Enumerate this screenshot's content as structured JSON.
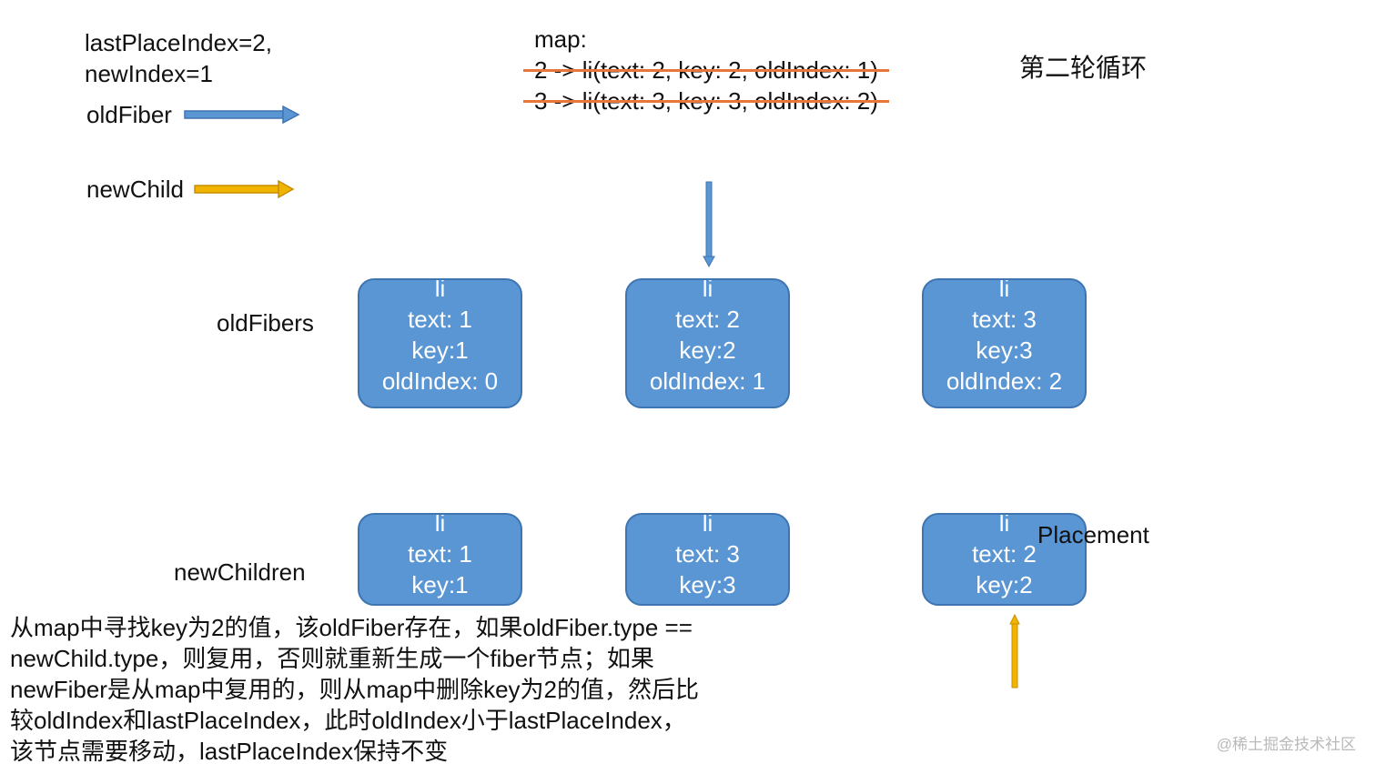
{
  "status": {
    "line1": "lastPlaceIndex=2,",
    "line2": "newIndex=1"
  },
  "legend": {
    "old_fiber": "oldFiber",
    "new_child": "newChild",
    "old_fiber_color": "#5a96d4",
    "new_child_color": "#f0b400"
  },
  "map": {
    "title": "map:",
    "entries": [
      "2 -> li(text: 2, key: 2, oldIndex: 1)",
      "3 -> li(text: 3, key: 3, oldIndex: 2)"
    ],
    "strike_color": "#e8753a"
  },
  "round_title": "第二轮循环",
  "old_fibers": {
    "label": "oldFibers",
    "nodes": [
      {
        "tag": "li",
        "text": "text: 1",
        "key": "key:1",
        "old_index": "oldIndex: 0"
      },
      {
        "tag": "li",
        "text": "text: 2",
        "key": "key:2",
        "old_index": "oldIndex: 1"
      },
      {
        "tag": "li",
        "text": "text: 3",
        "key": "key:3",
        "old_index": "oldIndex: 2"
      }
    ]
  },
  "new_children": {
    "label": "newChildren",
    "nodes": [
      {
        "tag": "li",
        "text": "text: 1",
        "key": "key:1"
      },
      {
        "tag": "li",
        "text": "text: 3",
        "key": "key:3"
      },
      {
        "tag": "li",
        "text": "text: 2",
        "key": "key:2"
      }
    ]
  },
  "placement_label": "Placement",
  "description": [
    "从map中寻找key为2的值，该oldFiber存在，如果oldFiber.type ==",
    "newChild.type，则复用，否则就重新生成一个fiber节点；如果",
    "newFiber是从map中复用的，则从map中删除key为2的值，然后比",
    "较oldIndex和lastPlaceIndex，此时oldIndex小于lastPlaceIndex，",
    "该节点需要移动，lastPlaceIndex保持不变"
  ],
  "watermark": "@稀土掘金技术社区",
  "node_color": "#5a96d4"
}
